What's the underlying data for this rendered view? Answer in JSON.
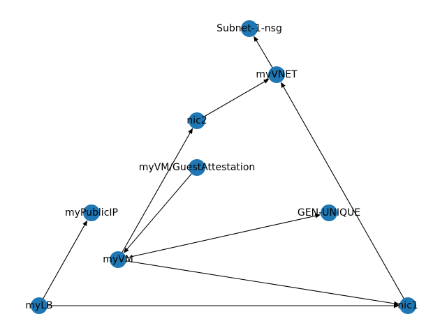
{
  "graph": {
    "node_color": "#1f77b4",
    "edge_color": "#000000",
    "nodes": [
      {
        "id": "Subnet-1-nsg",
        "label": "Subnet-1-nsg"
      },
      {
        "id": "myVNET",
        "label": "myVNET"
      },
      {
        "id": "nic2",
        "label": "nic2"
      },
      {
        "id": "myVM/GuestAttestation",
        "label": "myVM/GuestAttestation"
      },
      {
        "id": "myPublicIP",
        "label": "myPublicIP"
      },
      {
        "id": "GEN-UNIQUE",
        "label": "GEN-UNIQUE"
      },
      {
        "id": "myVM",
        "label": "myVM"
      },
      {
        "id": "myLB",
        "label": "myLB"
      },
      {
        "id": "nic1",
        "label": "nic1"
      }
    ],
    "edges": [
      {
        "from": "myVNET",
        "to": "Subnet-1-nsg"
      },
      {
        "from": "nic2",
        "to": "myVNET"
      },
      {
        "from": "nic1",
        "to": "myVNET"
      },
      {
        "from": "myVM",
        "to": "nic2"
      },
      {
        "from": "myVM/GuestAttestation",
        "to": "myVM"
      },
      {
        "from": "myVM",
        "to": "GEN-UNIQUE"
      },
      {
        "from": "myVM",
        "to": "nic1"
      },
      {
        "from": "myLB",
        "to": "myPublicIP"
      },
      {
        "from": "myLB",
        "to": "nic1"
      }
    ]
  }
}
